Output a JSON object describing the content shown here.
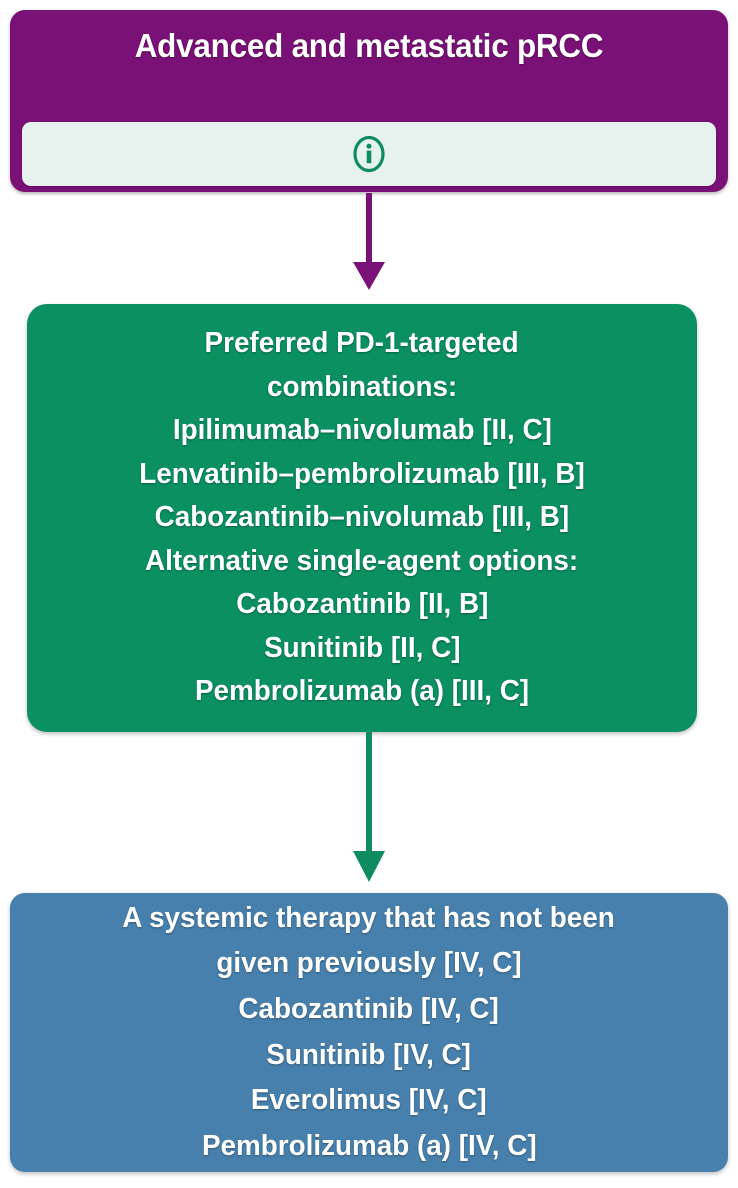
{
  "diagram": {
    "title": "Advanced and metastatic pRCC",
    "type": "clinical-treatment-flowchart"
  },
  "header": {
    "title": "Advanced and metastatic pRCC",
    "background_color": "#7a1177",
    "text_color": "#ffffff",
    "info_bar": {
      "icon": "info-circle-icon",
      "background_color": "#e7f2ef",
      "icon_color": "#0e8b62"
    }
  },
  "arrows": [
    {
      "name": "arrow-header-to-green",
      "color": "#7a1177",
      "direction": "down"
    },
    {
      "name": "arrow-green-to-blue",
      "color": "#0e8b62",
      "direction": "down"
    }
  ],
  "nodes": [
    {
      "id": "first-line-treatment",
      "background_color": "#0a9061",
      "text_color": "#ffffff",
      "lines": [
        "Preferred PD-1-targeted",
        "combinations:",
        "Ipilimumab–nivolumab [II, C]",
        "Lenvatinib–pembrolizumab [III, B]",
        "Cabozantinib–nivolumab [III, B]",
        "Alternative single-agent options:",
        "Cabozantinib [II, B]",
        "Sunitinib [II, C]",
        "Pembrolizumab (a) [III, C]"
      ]
    },
    {
      "id": "subsequent-line-treatment",
      "background_color": "#4780ac",
      "text_color": "#ffffff",
      "lines": [
        "A systemic therapy that has not been",
        "given previously [IV, C]",
        "Cabozantinib [IV, C]",
        "Sunitinib [IV, C]",
        "Everolimus [IV, C]",
        "Pembrolizumab (a) [IV, C]"
      ]
    }
  ]
}
